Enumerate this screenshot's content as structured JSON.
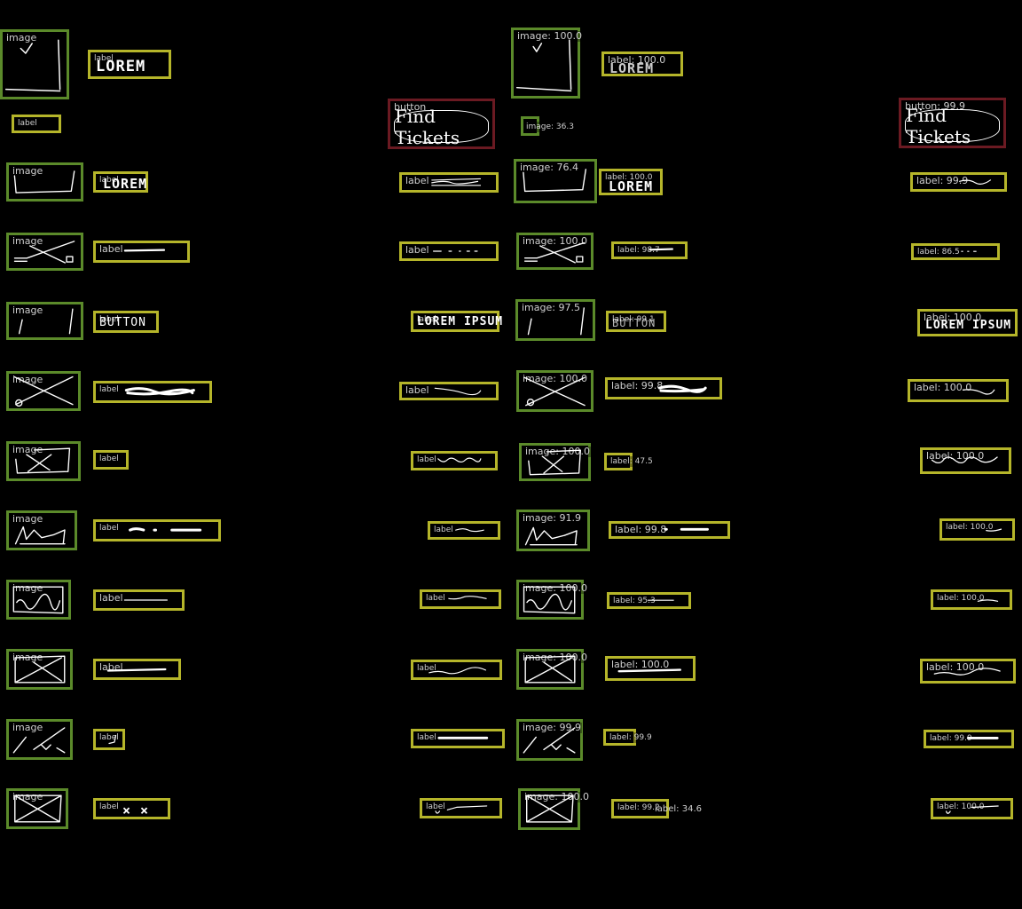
{
  "left": {
    "tags": {
      "image": "image",
      "label": "label",
      "button": "button"
    },
    "hero_text": "LOREM",
    "button_text": "Find Tickets",
    "row1_text": "LOREM",
    "row3_text": "BUTTON",
    "row3_right_text": "LOREM IPSUM",
    "row10_text": "× ×"
  },
  "right": {
    "hero_image": "image: 100.0",
    "hero_label": "label: 100.0",
    "hero_text": "LOREM",
    "small_image": "image: 36.3",
    "button": "button: 99.9",
    "button_text": "Find Tickets",
    "rows": [
      {
        "image": "image: 76.4",
        "label": "label: 100.0",
        "text": "LOREM",
        "right": "label: 99.9"
      },
      {
        "image": "image: 100.0",
        "label": "label: 98.7",
        "right": "label: 86.5"
      },
      {
        "image": "image: 97.5",
        "label": "label: 99.1",
        "text": "BUTTON",
        "right": "label: 100.0",
        "right_text": "LOREM IPSUM"
      },
      {
        "image": "image: 100.0",
        "label": "label: 99.8",
        "right": "label: 100.0"
      },
      {
        "image": "image: 100.0",
        "label": "label: 47.5",
        "right": "label: 100.0"
      },
      {
        "image": "image: 91.9",
        "label": "label: 99.8",
        "right": "label: 100.0"
      },
      {
        "image": "image: 100.0",
        "label": "label: 95.3",
        "right": "label: 100.0"
      },
      {
        "image": "image: 100.0",
        "label": "label: 100.0",
        "right": "label: 100.0"
      },
      {
        "image": "image: 99.9",
        "label": "label: 99.9",
        "right": "label: 99.9"
      },
      {
        "image": "image: 100.0",
        "label": "label: 99.2",
        "extra": "label: 34.6",
        "right": "label: 100.0"
      }
    ]
  },
  "colors": {
    "image_box": "#5b8a2a",
    "label_box": "#b5b52a",
    "button_box": "#6b1a22",
    "background": "#000000"
  }
}
